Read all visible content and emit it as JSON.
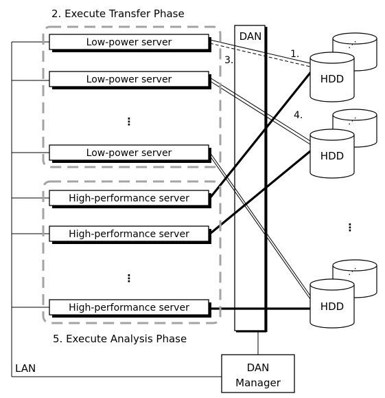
{
  "phases": {
    "transfer": "2. Execute Transfer Phase",
    "analysis": "5. Execute Analysis Phase"
  },
  "steps": {
    "s1": "1.",
    "s3": "3.",
    "s4": "4."
  },
  "servers": {
    "low_power": [
      "Low-power server",
      "Low-power server",
      "Low-power server"
    ],
    "high_performance": [
      "High-performance server",
      "High-performance server",
      "High-performance server"
    ]
  },
  "dan": {
    "label": "DAN",
    "manager_line1": "DAN",
    "manager_line2": "Manager"
  },
  "lan": {
    "label": "LAN"
  },
  "disks": [
    "HDD",
    "HDD",
    "HDD"
  ],
  "ellipsis_glyph": "⋮"
}
